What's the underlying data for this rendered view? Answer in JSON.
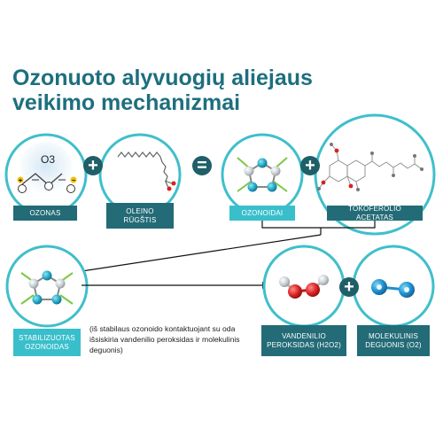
{
  "title": {
    "line1": "Ozonuoto alyvuogių aliejaus",
    "line2": "veikimo mechanizmai"
  },
  "nodes": {
    "ozone": {
      "label": "OZONAS",
      "formula": "O3",
      "charge_plus": "+",
      "charge_minus": "−"
    },
    "oleic_acid": {
      "label_line1": "OLEINO",
      "label_line2": "RŪGŠTIS"
    },
    "ozonides": {
      "label": "OZONOIDAI"
    },
    "tocopherol": {
      "label": "TOKOFEROLIO ACETATAS"
    },
    "stabilized": {
      "label_line1": "STABILIZUOTAS",
      "label_line2": "OZONOIDAS"
    },
    "peroxide": {
      "label_line1": "VANDENILIO",
      "label_line2": "PEROKSIDAS (H2O2)"
    },
    "oxygen": {
      "label_line1": "MOLEKULINIS",
      "label_line2": "DEGUONIS (O2)"
    }
  },
  "operators": {
    "plus": "+",
    "equals": "="
  },
  "note": "(iš stabilaus ozonoido kontaktuojant su oda išsiskiria vandenilio peroksidas ir molekulinis deguonis)",
  "colors": {
    "title": "#1d6f7e",
    "ring": "#3fbfcb",
    "label_dark": "#236b76",
    "label_light": "#39bfcb",
    "operator": "#1f5f68"
  }
}
